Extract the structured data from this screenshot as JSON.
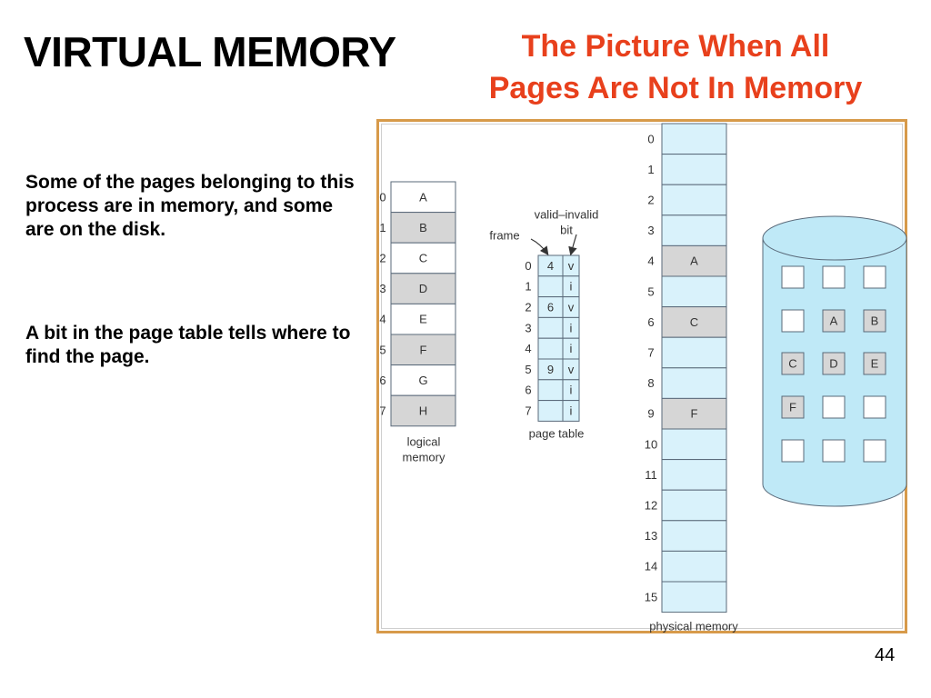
{
  "slide": {
    "title": "VIRTUAL MEMORY",
    "subtitle_line1": "The Picture When All",
    "subtitle_line2": "Pages Are Not  In Memory",
    "paragraph1": "Some of the pages belonging to this process are in memory, and some are on the disk.",
    "paragraph2": "A bit in the page table tells where to find the page.",
    "page_number": "44",
    "accent_color": "#e8401c"
  },
  "diagram": {
    "logical_memory": {
      "label_line1": "logical",
      "label_line2": "memory",
      "rows": [
        {
          "index": "0",
          "page": "A",
          "shaded": false
        },
        {
          "index": "1",
          "page": "B",
          "shaded": true
        },
        {
          "index": "2",
          "page": "C",
          "shaded": false
        },
        {
          "index": "3",
          "page": "D",
          "shaded": true
        },
        {
          "index": "4",
          "page": "E",
          "shaded": false
        },
        {
          "index": "5",
          "page": "F",
          "shaded": true
        },
        {
          "index": "6",
          "page": "G",
          "shaded": false
        },
        {
          "index": "7",
          "page": "H",
          "shaded": true
        }
      ]
    },
    "page_table": {
      "label": "page table",
      "frame_label": "frame",
      "valid_label_line1": "valid–invalid",
      "valid_label_line2": "bit",
      "rows": [
        {
          "index": "0",
          "frame": "4",
          "bit": "v"
        },
        {
          "index": "1",
          "frame": "",
          "bit": "i"
        },
        {
          "index": "2",
          "frame": "6",
          "bit": "v"
        },
        {
          "index": "3",
          "frame": "",
          "bit": "i"
        },
        {
          "index": "4",
          "frame": "",
          "bit": "i"
        },
        {
          "index": "5",
          "frame": "9",
          "bit": "v"
        },
        {
          "index": "6",
          "frame": "",
          "bit": "i"
        },
        {
          "index": "7",
          "frame": "",
          "bit": "i"
        }
      ]
    },
    "physical_memory": {
      "label": "physical memory",
      "frames": [
        {
          "index": "0",
          "page": ""
        },
        {
          "index": "1",
          "page": ""
        },
        {
          "index": "2",
          "page": ""
        },
        {
          "index": "3",
          "page": ""
        },
        {
          "index": "4",
          "page": "A"
        },
        {
          "index": "5",
          "page": ""
        },
        {
          "index": "6",
          "page": "C"
        },
        {
          "index": "7",
          "page": ""
        },
        {
          "index": "8",
          "page": ""
        },
        {
          "index": "9",
          "page": "F"
        },
        {
          "index": "10",
          "page": ""
        },
        {
          "index": "11",
          "page": ""
        },
        {
          "index": "12",
          "page": ""
        },
        {
          "index": "13",
          "page": ""
        },
        {
          "index": "14",
          "page": ""
        },
        {
          "index": "15",
          "page": ""
        }
      ]
    },
    "disk": {
      "rows": [
        [
          "",
          "",
          ""
        ],
        [
          "",
          "A",
          "B"
        ],
        [
          "C",
          "D",
          "E"
        ],
        [
          "F",
          "",
          ""
        ],
        [
          "",
          "",
          ""
        ]
      ],
      "colors": {
        "body": "#bfe9f7",
        "outline": "#5a6a7a"
      }
    }
  }
}
